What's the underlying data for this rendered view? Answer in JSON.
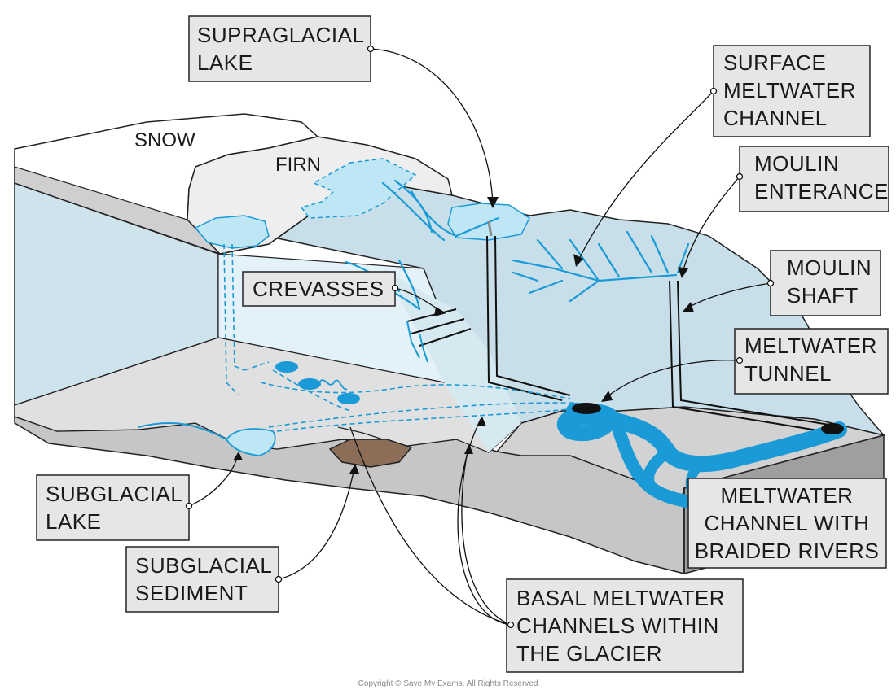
{
  "labels": {
    "supraglacial_lake": [
      "SUPRAGLACIAL",
      "LAKE"
    ],
    "surface_meltwater_channel": [
      "SURFACE",
      "MELTWATER",
      "CHANNEL"
    ],
    "moulin_entrance": [
      "MOULIN",
      "ENTERANCE"
    ],
    "moulin_shaft": [
      "MOULIN",
      "SHAFT"
    ],
    "meltwater_tunnel": [
      "MELTWATER",
      "TUNNEL"
    ],
    "crevasses": [
      "CREVASSES"
    ],
    "braided_rivers": [
      "MELTWATER",
      "CHANNEL WITH",
      "BRAIDED RIVERS"
    ],
    "subglacial_lake": [
      "SUBGLACIAL",
      "LAKE"
    ],
    "subglacial_sediment": [
      "SUBGLACIAL",
      "SEDIMENT"
    ],
    "basal_channels": [
      "BASAL MELTWATER",
      "CHANNELS WITHIN",
      "THE GLACIER"
    ]
  },
  "surface_text": {
    "snow": "SNOW",
    "firn": "FIRN"
  },
  "copyright": "Copyright © Save My Exams. All Rights Reserved",
  "colors": {
    "ice": "#cfe3ec",
    "ice_face": "#dbeef6",
    "water": "#1a9ad6",
    "lake": "#bfe6f5",
    "bedrock": "#c8c8c8",
    "bedrock_dark": "#a9a9a9",
    "sediment": "#8c6e58",
    "label_fill": "#e6e6e6"
  }
}
